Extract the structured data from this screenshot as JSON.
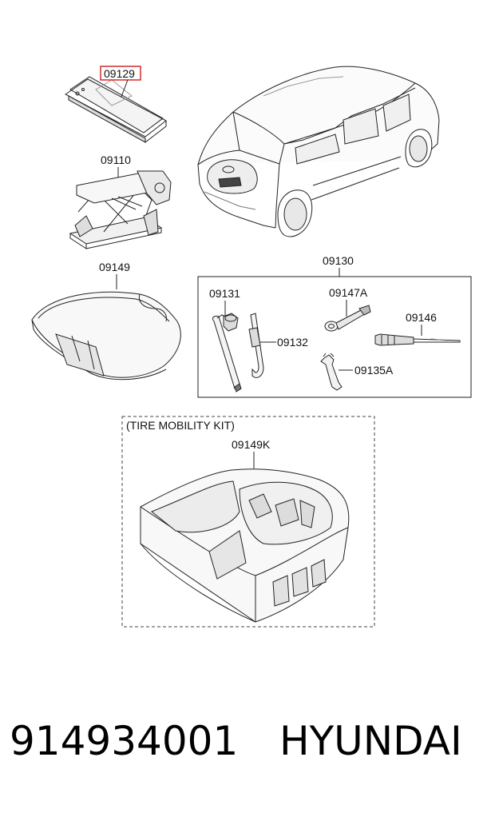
{
  "labels": {
    "mat": "09129",
    "jack": "09110",
    "tray": "09149",
    "toolkit": "09130",
    "wrench": "09131",
    "hook": "09132",
    "eyebolt": "09147A",
    "screwdriver": "09146",
    "spanner": "09135A",
    "mobility_box": "(TIRE MOBILITY KIT)",
    "mobility_tray": "09149K"
  },
  "colors": {
    "highlight": "#d22a2a",
    "line": "#222222"
  },
  "footer": {
    "part_number": "914934001",
    "brand": "HYUNDAI"
  }
}
